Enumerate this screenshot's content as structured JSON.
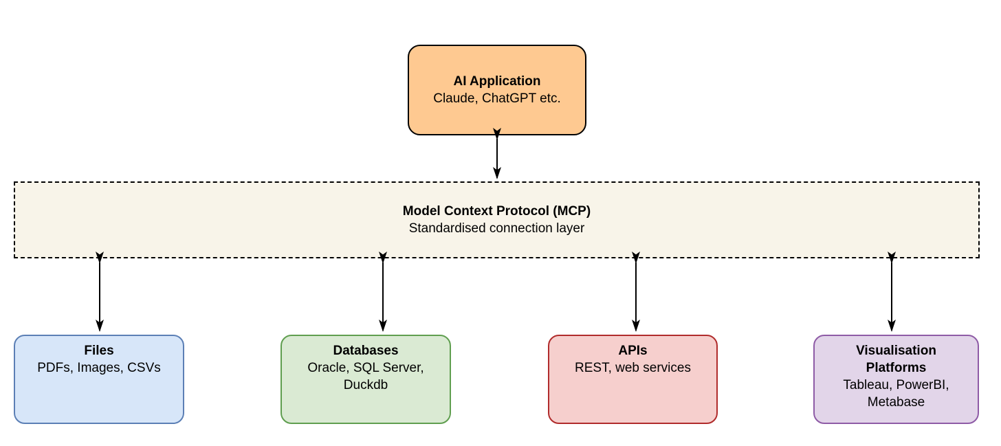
{
  "canvas": {
    "background": "#ffffff",
    "arrow_color": "#000000"
  },
  "nodes": {
    "ai_application": {
      "title": "AI Application",
      "subtitle": "Claude, ChatGPT etc.",
      "fill": "#fec991",
      "border_color": "#000000"
    },
    "mcp": {
      "title": "Model Context Protocol (MCP)",
      "subtitle": "Standardised connection layer",
      "fill": "#f8f4e9",
      "border_color": "#000000"
    },
    "files": {
      "title": "Files",
      "subtitle": "PDFs, Images, CSVs",
      "fill": "#d7e6f9",
      "border_color": "#5b7fb5"
    },
    "databases": {
      "title": "Databases",
      "subtitle": "Oracle, SQL Server,\nDuckdb",
      "fill": "#daead3",
      "border_color": "#5f9e4f"
    },
    "apis": {
      "title": "APIs",
      "subtitle": "REST, web services",
      "fill": "#f6cfcd",
      "border_color": "#b02b2b"
    },
    "visualisation_platforms": {
      "title": "Visualisation\nPlatforms",
      "subtitle": "Tableau, PowerBI,\nMetabase",
      "fill": "#e2d5e9",
      "border_color": "#8e5ba6"
    }
  },
  "connections": [
    {
      "from": "ai_application",
      "to": "mcp"
    },
    {
      "from": "mcp",
      "to": "files"
    },
    {
      "from": "mcp",
      "to": "databases"
    },
    {
      "from": "mcp",
      "to": "apis"
    },
    {
      "from": "mcp",
      "to": "visualisation_platforms"
    }
  ]
}
